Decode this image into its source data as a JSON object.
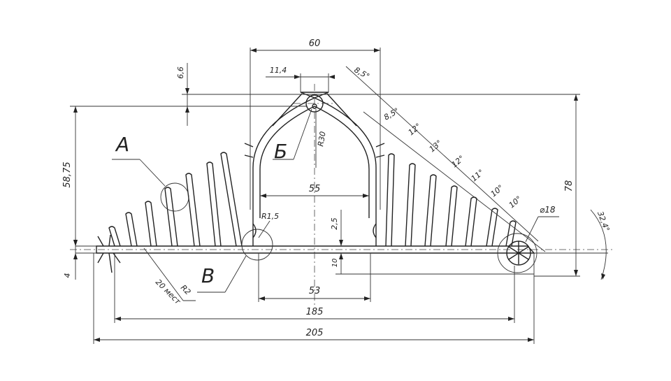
{
  "dimensions": {
    "top_width": "60",
    "nose_width": "11,4",
    "nose_height": "6,6",
    "angle_top": "8,5°",
    "angle_second": "8,5°",
    "fin_angles": [
      "12°",
      "13°",
      "12°",
      "11°",
      "10°",
      "10°"
    ],
    "radius_arch": "R30",
    "inner_width": "55",
    "radius_small": "R1,5",
    "slot_depth": "2,5",
    "base_thickness": "10",
    "left_height": "58,75",
    "left_small": "4",
    "right_height": "78",
    "side_angle": "32,4°",
    "hole_dia": "⌀18",
    "pitch_note": "20 мест",
    "radius_fin": "R2",
    "slot_span": "53",
    "inner_span": "185",
    "overall_width": "205"
  },
  "callouts": {
    "a": "A",
    "b_cyr": "Б",
    "v": "В"
  }
}
